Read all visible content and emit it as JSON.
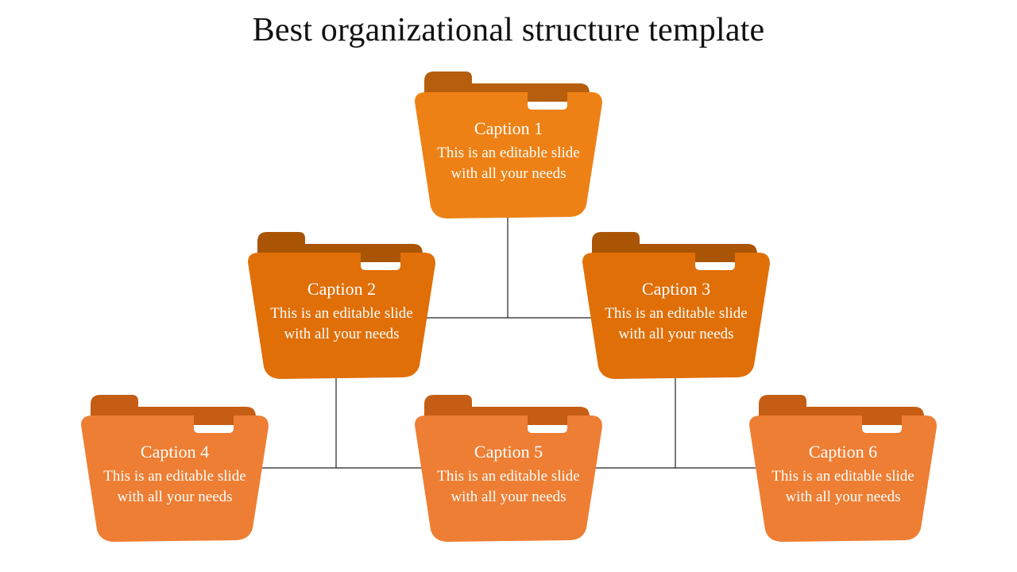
{
  "title": "Best organizational structure template",
  "colors": {
    "level1_body": "#ee8115",
    "level1_tab": "#b65e0d",
    "level2_body": "#e06f08",
    "level2_tab": "#a95505",
    "level3_body": "#ee7e33",
    "level3_tab": "#c55d15",
    "connector": "#222222"
  },
  "nodes": [
    {
      "caption": "Caption 1",
      "text": "This is an editable slide with all your needs",
      "level": 1
    },
    {
      "caption": "Caption 2",
      "text": "This is an editable slide with all your needs",
      "level": 2
    },
    {
      "caption": "Caption 3",
      "text": "This is an editable slide with all your needs",
      "level": 2
    },
    {
      "caption": "Caption 4",
      "text": "This is an editable slide with all your needs",
      "level": 3
    },
    {
      "caption": "Caption 5",
      "text": "This is an editable slide with all your needs",
      "level": 3
    },
    {
      "caption": "Caption 6",
      "text": "This is an editable slide with all your needs",
      "level": 3
    }
  ]
}
